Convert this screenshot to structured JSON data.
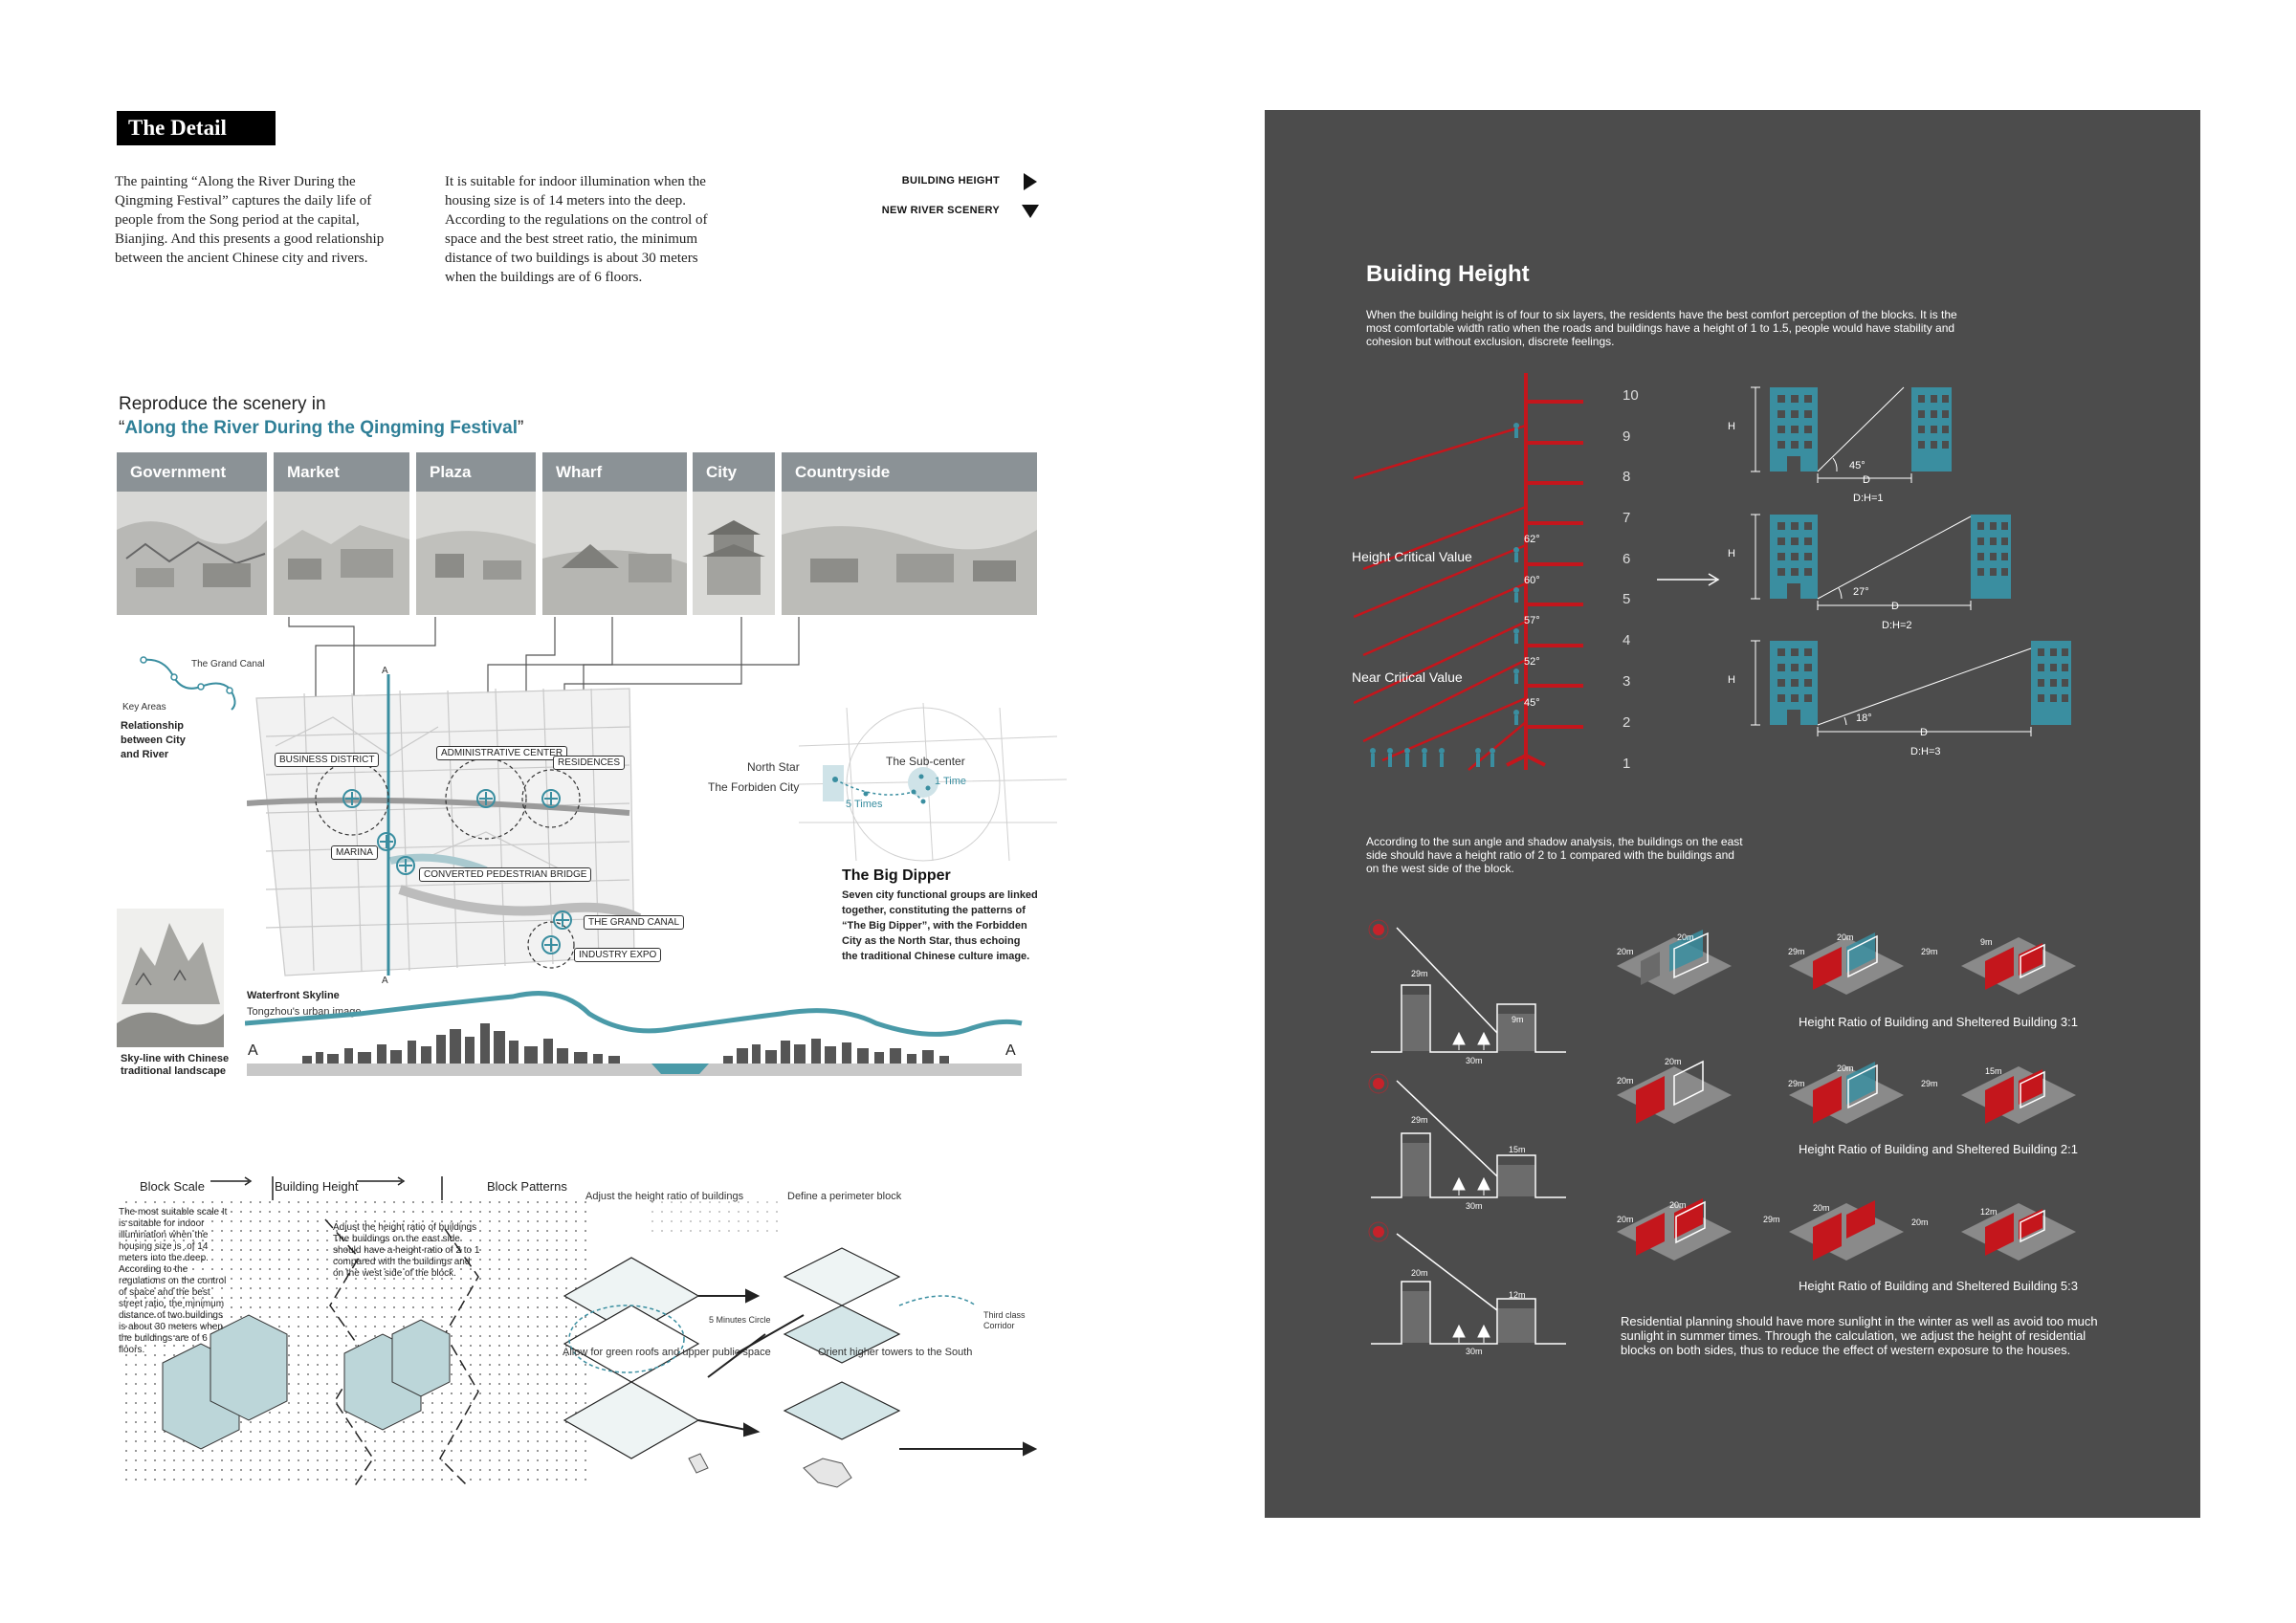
{
  "left": {
    "title": "The Detail",
    "intro_1": "The painting “Along the River During the Qingming Festival” captures the daily life of people from the Song period at the capital, Bianjing. And this presents a good relationship between the ancient Chinese city and rivers.",
    "intro_2": "It is suitable for indoor illumination when the housing size is  of 14 meters into the deep. According to the regulations on the control of space and the best street ratio, the minimum distance of two buildings is about 30 meters when the buildings are of 6 floors.",
    "legend": [
      {
        "label": "BUILDING HEIGHT",
        "icon": "triangle-right-icon"
      },
      {
        "label": "NEW RIVER SCENERY",
        "icon": "triangle-down-icon"
      }
    ],
    "reproduce_line1": "Reproduce the scenery in",
    "reproduce_line2": "Along the River During the Qingming Festival",
    "scenes": [
      "Government",
      "Market",
      "Plaza",
      "Wharf",
      "City",
      "Countryside"
    ],
    "canal_label": "The Grand Canal",
    "key_areas": "Key Areas",
    "relationship": "Relationship between City and River",
    "map_labels": {
      "business": "BUSINESS DISTRICT",
      "admin": "ADMINISTRATIVE CENTER",
      "residences": "RESIDENCES",
      "marina": "MARINA",
      "bridge": "CONVERTED PEDESTRIAN BRIDGE",
      "canal": "THE GRAND CANAL",
      "expo": "INDUSTRY EXPO",
      "a": "A"
    },
    "dipper": {
      "north_star": "North Star",
      "forbidden": "The Forbiden City",
      "sub_center": "The Sub-center",
      "one_time": "1 Time",
      "five_times": "5 Times",
      "title": "The Big Dipper",
      "text": "Seven city functional groups are linked together, constituting the patterns of “The Big Dipper”, with the Forbidden City as the North Star, thus echoing the traditional Chinese culture image."
    },
    "skyline_caption": "Sky-line with Chinese traditional landscape",
    "waterfront_title": "Waterfront Skyline",
    "waterfront_sub": "Tongzhou's urban image",
    "axis_a": "A",
    "process": {
      "block_scale": "Block Scale",
      "building_height": "Building Height",
      "block_patterns": "Block Patterns",
      "adjust_ratio": "Adjust the height ratio of buildings",
      "perimeter": "Define a perimeter block",
      "scale_text": "The most suitable scale It is suitable for indoor illumination when the housing size is .of 14 meters into the deep. According to the regulations on the control of space and the best street ratio, the minimum distance of two buildings is about 30 meters when the buildings are of 6 floors.",
      "adjust_text": "Adjust the height ratio of buildings The buildings on the east side should have a height ratio of 2 to 1 compared with the buildings and on the west side of the block.",
      "minutes": "5 Minutes Circle",
      "third_class": "Third class Corridor",
      "green_roofs": "Allow for green roofs and upper public space",
      "orient": "Orient higher towers to the South"
    }
  },
  "right": {
    "title": "Buiding Height",
    "intro": "When the building height is of four to six layers, the residents have the best comfort perception of the blocks. It is the most comfortable width ratio when the roads and buildings have a height of 1 to 1.5, people would have stability and cohesion but without exclusion, discrete feelings.",
    "floors": [
      "10",
      "9",
      "8",
      "7",
      "6",
      "5",
      "4",
      "3",
      "2",
      "1"
    ],
    "angles": [
      "62°",
      "60°",
      "57°",
      "52°",
      "45°"
    ],
    "height_critical": "Height Critical Value",
    "near_critical": "Near Critical Value",
    "ratios": [
      {
        "angle": "45°",
        "d": "D",
        "h": "H",
        "ratio": "D:H=1"
      },
      {
        "angle": "27°",
        "d": "D",
        "h": "H",
        "ratio": "D:H=2"
      },
      {
        "angle": "18°",
        "d": "D",
        "h": "H",
        "ratio": "D:H=3"
      }
    ],
    "sun_text": "According to the sun angle and shadow analysis, the buildings on the east side should have a height ratio of 2 to 1 compared with the buildings and on the west side of the block.",
    "sections": [
      {
        "tall": "29m",
        "short": "9m",
        "base": "30m",
        "caption": "Height Ratio of Building and Sheltered Building 3:1",
        "iso": [
          [
            "20m",
            "20m"
          ],
          [
            "29m",
            "20m"
          ],
          [
            "29m",
            "9m"
          ]
        ]
      },
      {
        "tall": "29m",
        "short": "15m",
        "base": "30m",
        "caption": "Height Ratio of Building and Sheltered Building 2:1",
        "iso": [
          [
            "20m",
            "20m"
          ],
          [
            "29m",
            "20m"
          ],
          [
            "29m",
            "15m"
          ]
        ]
      },
      {
        "tall": "20m",
        "short": "12m",
        "base": "30m",
        "caption": "Height Ratio of Building and Sheltered Building 5:3",
        "iso": [
          [
            "20m",
            "20m"
          ],
          [
            "29m",
            "20m"
          ],
          [
            "20m",
            "12m"
          ]
        ]
      }
    ],
    "closing": "Residential planning should have more sunlight in the winter as well as avoid too much sunlight in summer times. Through the calculation, we adjust the height of residential blocks on both sides, thus to reduce the effect of western exposure to the houses.",
    "colors": {
      "panel": "#4c4c4c",
      "teal": "#3a8ea0",
      "red": "#c4161c"
    }
  }
}
